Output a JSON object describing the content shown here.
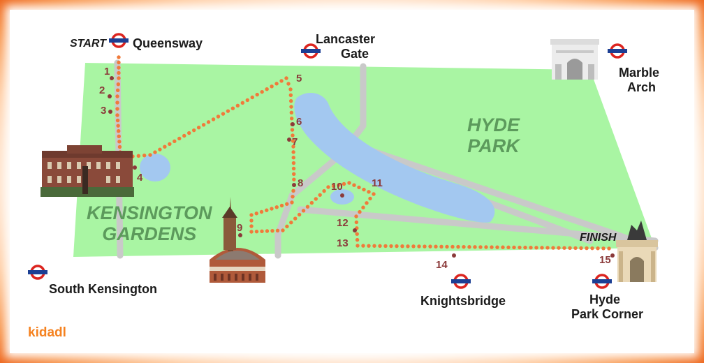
{
  "start_label": "START",
  "finish_label": "FINISH",
  "stations": {
    "queensway": "Queensway",
    "lancaster": [
      "Lancaster",
      "Gate"
    ],
    "marble": [
      "Marble",
      "Arch"
    ],
    "south_ken": "South Kensington",
    "knightsbridge": "Knightsbridge",
    "hyde_corner": [
      "Hyde",
      "Park Corner"
    ]
  },
  "parks": {
    "hyde": [
      "HYDE",
      "PARK"
    ],
    "kensington": [
      "KENSINGTON",
      "GARDENS"
    ]
  },
  "markers": [
    "1",
    "2",
    "3",
    "4",
    "5",
    "6",
    "7",
    "8",
    "9",
    "10",
    "11",
    "12",
    "13",
    "14",
    "15"
  ],
  "brand": "kidadl",
  "colors": {
    "park_green": "#a9f5a3",
    "water_blue": "#a3c8f0",
    "path_grey": "#c8c8c8",
    "route_orange": "#f07a3a",
    "marker_red": "#8b3a3a",
    "brand_orange": "#f58220"
  },
  "icons": [
    "london-underground-roundel-icon"
  ]
}
